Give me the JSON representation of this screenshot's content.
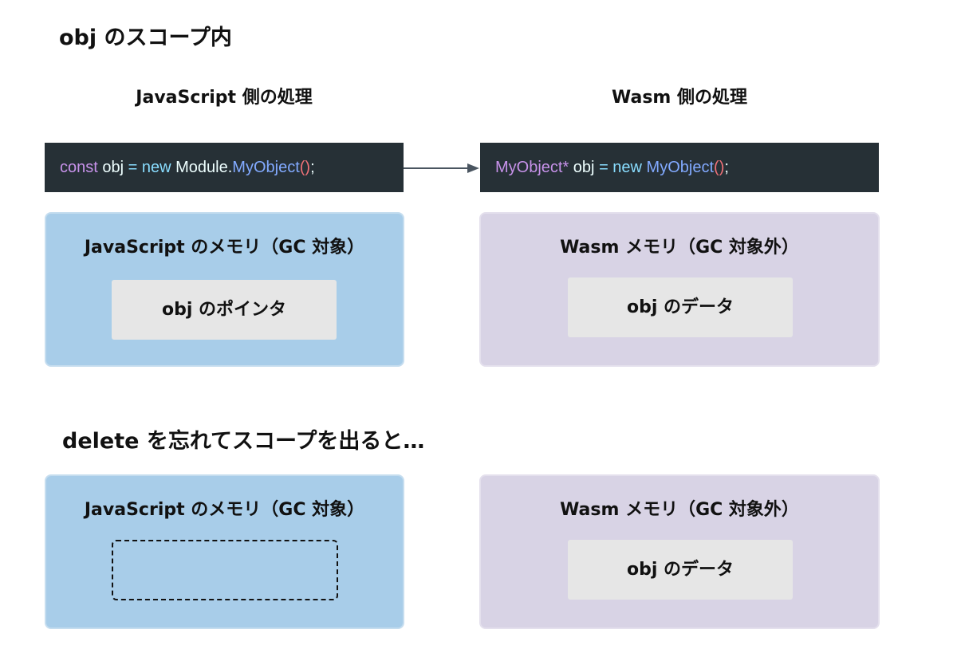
{
  "scene1": {
    "heading": "obj のスコープ内",
    "js_column_title": "JavaScript 側の処理",
    "wasm_column_title": "Wasm 側の処理",
    "js_code": {
      "kw_const": "const",
      "var": " obj ",
      "eq": "=",
      "kw_new": " new",
      "module": " Module.",
      "cls": "MyObject",
      "parens": "()",
      "semi": ";"
    },
    "wasm_code": {
      "cls_ptr": "MyObject*",
      "var": " obj ",
      "eq": "=",
      "kw_new": " new",
      "cls": " MyObject",
      "parens": "()",
      "semi": ";"
    },
    "js_memory": {
      "title": "JavaScript のメモリ（GC 対象）",
      "item": "obj のポインタ"
    },
    "wasm_memory": {
      "title": "Wasm メモリ（GC 対象外）",
      "item": "obj のデータ"
    }
  },
  "scene2": {
    "heading": "delete を忘れてスコープを出ると…",
    "js_memory": {
      "title": "JavaScript のメモリ（GC 対象）"
    },
    "wasm_memory": {
      "title": "Wasm メモリ（GC 対象外）",
      "item": "obj のデータ"
    }
  },
  "colors": {
    "js_memory_bg": "#a8cde9",
    "wasm_memory_bg": "#d8d3e5",
    "code_bg": "#263036",
    "item_bg": "#e6e6e6",
    "arrow": "#4a5560"
  },
  "arrow": {
    "from": "js-code-block",
    "to": "wasm-code-block"
  }
}
